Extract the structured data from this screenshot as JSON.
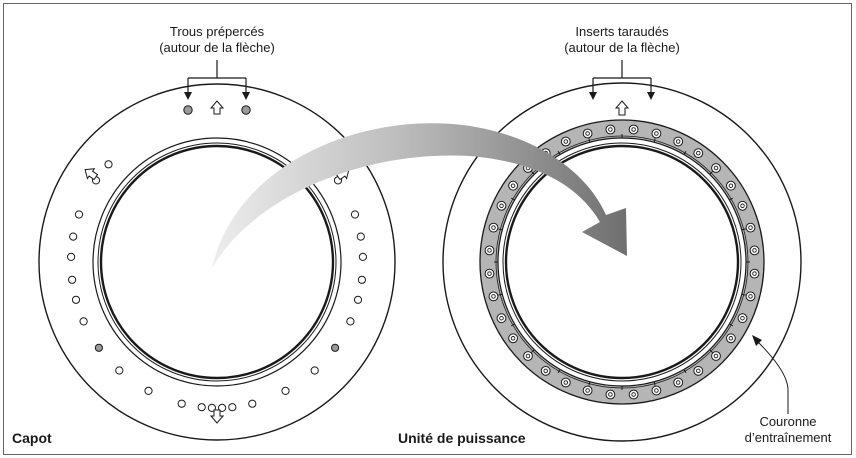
{
  "left_panel": {
    "caption": "Capot",
    "callout_line1": "Trous prépercés",
    "callout_line2": "(autour de la flèche)"
  },
  "right_panel": {
    "caption": "Unité de puissance",
    "callout_line1": "Inserts taraudés",
    "callout_line2": "(autour de la flèche)",
    "ring_label_line1": "Couronne",
    "ring_label_line2": "d’entraînement"
  },
  "colors": {
    "line": "#1a1a1a",
    "ring_fill": "#b5b5b5",
    "filled_hole": "#9a9a9a",
    "arrow_light": "#e6e6e6",
    "arrow_dark": "#7a7a7a"
  },
  "icons": {
    "mount_arrow": "up-arrow-icon",
    "small_hole": "hole-icon",
    "threaded_insert": "insert-icon"
  }
}
